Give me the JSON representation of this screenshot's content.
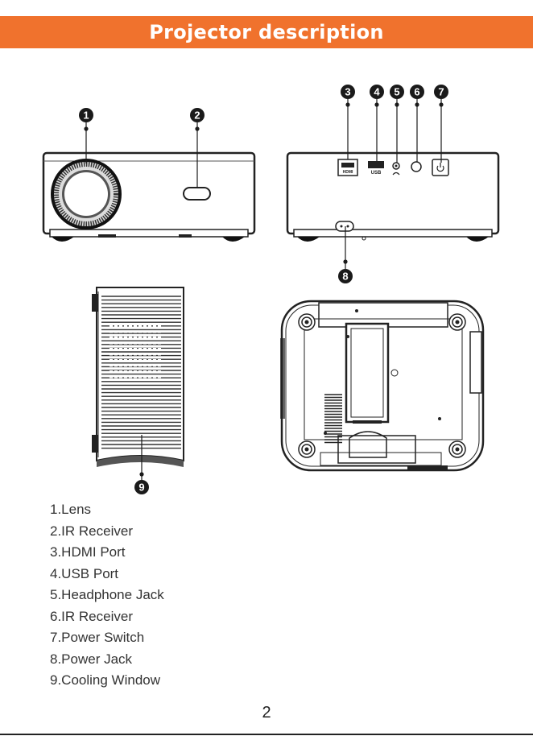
{
  "header": {
    "title": "Projector description"
  },
  "callouts": [
    "1",
    "2",
    "3",
    "4",
    "5",
    "6",
    "7",
    "8",
    "9"
  ],
  "port_labels": {
    "hdmi": "HDMI",
    "usb": "USB"
  },
  "legend": [
    "1.Lens",
    "2.IR Receiver",
    "3.HDMI Port",
    "4.USB Port",
    "5.Headphone Jack",
    "6.IR Receiver",
    "7.Power Switch",
    "8.Power Jack",
    "9.Cooling Window"
  ],
  "footer": {
    "page_number": "2"
  },
  "colors": {
    "banner": "#f0722d",
    "callout": "#1a1a1a"
  }
}
